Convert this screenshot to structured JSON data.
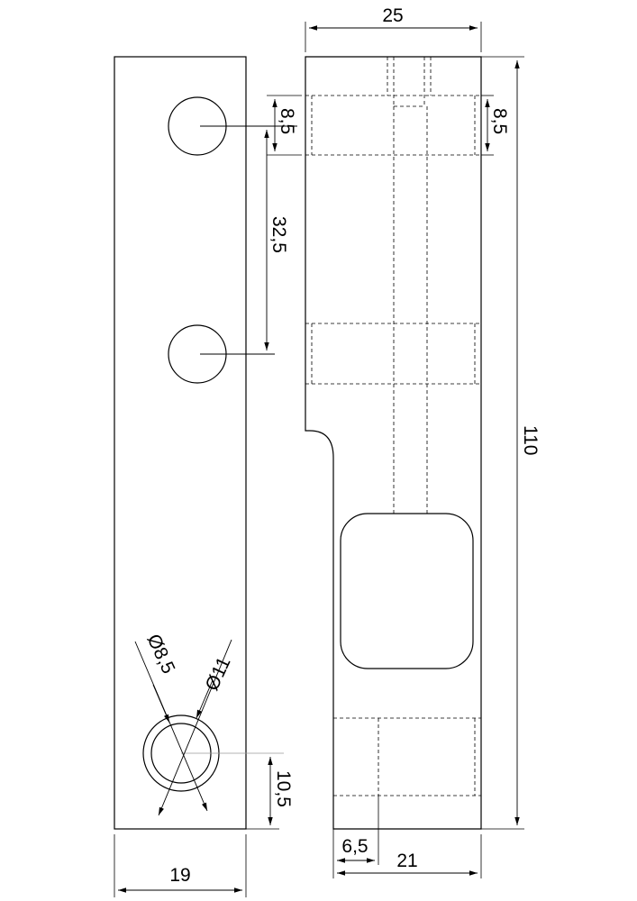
{
  "dimensions": {
    "top_width": "25",
    "top_hole_offset_left": "8,5",
    "top_hole_offset_right": "8,5",
    "hole_spacing": "32,5",
    "total_height": "110",
    "bottom_hole_offset": "10,5",
    "inner_diameter": "Ø8,5",
    "outer_diameter": "Ø11",
    "side_width": "19",
    "step_width": "6,5",
    "bottom_width": "21"
  },
  "icons": {
    "arrowhead": "dimension-arrowhead"
  }
}
